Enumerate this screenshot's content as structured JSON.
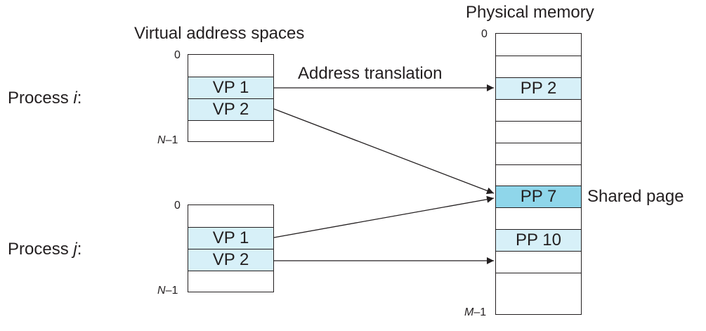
{
  "titles": {
    "virtual": "Virtual address spaces",
    "physical": "Physical memory",
    "translation": "Address translation",
    "shared": "Shared page"
  },
  "process_i": {
    "prefix": "Process ",
    "var": "i",
    "suffix": ":"
  },
  "process_j": {
    "prefix": "Process ",
    "var": "j",
    "suffix": ":"
  },
  "ticks": {
    "zero": "0",
    "n_var": "N",
    "n_suffix": "–1",
    "m_var": "M",
    "m_suffix": "–1"
  },
  "virtual_i": [
    "",
    "VP 1",
    "VP 2",
    ""
  ],
  "virtual_j": [
    "",
    "VP 1",
    "VP 2",
    ""
  ],
  "physical": [
    "",
    "",
    "PP 2",
    "",
    "",
    "",
    "",
    "PP 7",
    "",
    "PP 10",
    "",
    ""
  ],
  "colors": {
    "line": "#231f20",
    "page_fill": "#d7f0f8",
    "shared_fill": "#8fd6ea"
  }
}
